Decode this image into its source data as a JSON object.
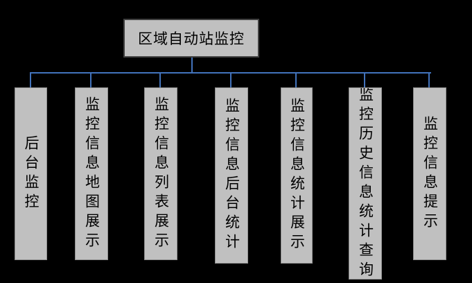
{
  "diagram": {
    "type": "hierarchy",
    "root": {
      "label": "区域自动站监控"
    },
    "children": [
      {
        "id": "backend-monitoring",
        "label": "后台监控"
      },
      {
        "id": "map-display",
        "label": "监控信息地图展示"
      },
      {
        "id": "list-display",
        "label": "监控信息列表展示"
      },
      {
        "id": "backend-statistics",
        "label": "监控信息后台统计"
      },
      {
        "id": "statistics-display",
        "label": "监控信息统计展示"
      },
      {
        "id": "history-statistics-query",
        "label": "监控历史信息统计查询"
      },
      {
        "id": "info-alert",
        "label": "监控信息提示"
      }
    ]
  },
  "colors": {
    "background": "#000000",
    "connector": "#4273BC",
    "node_fill": "#C0C0C0",
    "node_border": "#404040",
    "text": "#000000"
  }
}
